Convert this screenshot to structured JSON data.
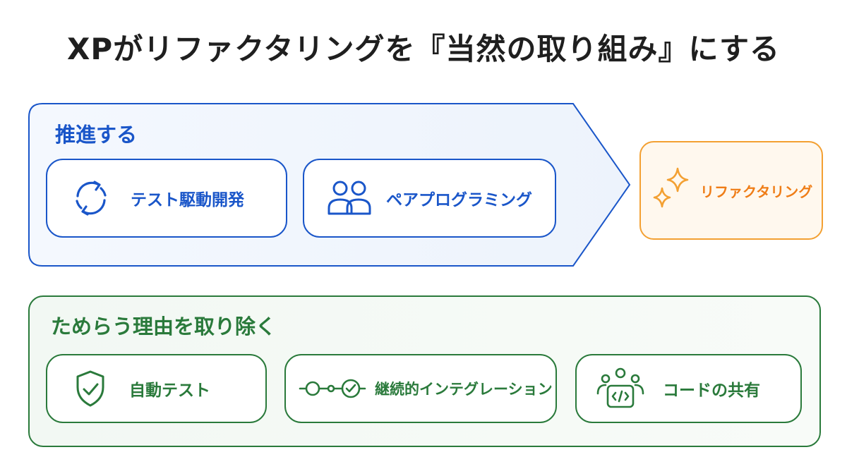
{
  "title": "XPがリファクタリングを『当然の取り組み』にする",
  "colors": {
    "blue": "#1a56c9",
    "green": "#2a7a3b",
    "orange": "#f3a032",
    "title": "#1f1f1f"
  },
  "promote": {
    "label": "推進する",
    "items": [
      {
        "label": "テスト駆動開発",
        "icon": "cycle-arrows-icon"
      },
      {
        "label": "ペアプログラミング",
        "icon": "two-people-icon"
      }
    ]
  },
  "target": {
    "label": "リファクタリング",
    "icon": "sparkle-icon"
  },
  "remove": {
    "label": "ためらう理由を取り除く",
    "items": [
      {
        "label": "自動テスト",
        "icon": "shield-check-icon"
      },
      {
        "label": "継続的インテグレーション",
        "icon": "pipeline-check-icon"
      },
      {
        "label": "コードの共有",
        "icon": "team-code-icon"
      }
    ]
  }
}
